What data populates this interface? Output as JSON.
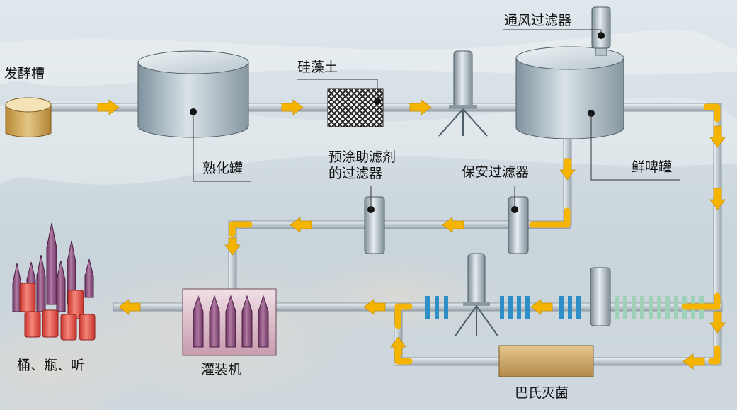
{
  "labels": {
    "fermenter": "发酵槽",
    "maturation_tank": "熟化罐",
    "diatomite": "硅藻土",
    "vent_filter": "通风过滤器",
    "precoat_filter_line1": "预涂助滤剂",
    "precoat_filter_line2": "的过滤器",
    "security_filter": "保安过滤器",
    "fresh_beer_tank": "鲜啤罐",
    "filling_machine": "灌装机",
    "containers": "桶、瓶、听",
    "pasteurization": "巴氏灭菌"
  },
  "colors": {
    "pipe": "#cdd4d9",
    "pipe_edge": "#9aa4ab",
    "arrow": "#f5b400",
    "tank_body": "#a9b9c3",
    "pasteurizer": "#c8a468",
    "bottle": "#8e4f7e",
    "can": "#e8554c",
    "blue_stripe": "#2e8fc8",
    "green_stripe": "#9fd1b8"
  }
}
